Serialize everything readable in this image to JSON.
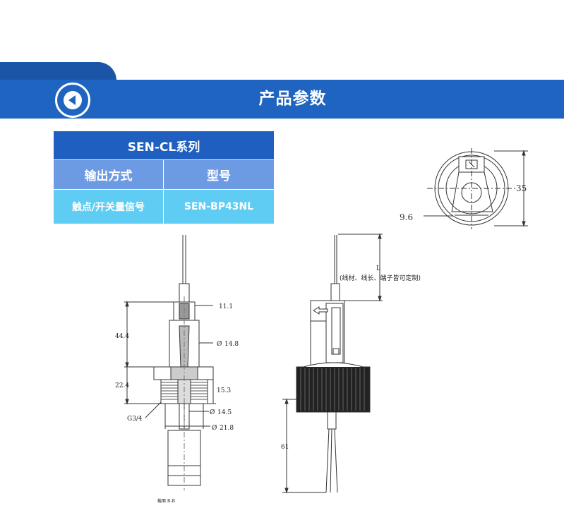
{
  "header": {
    "title": "产品参数"
  },
  "table": {
    "title": "SEN-CL系列",
    "headers": [
      "输出方式",
      "型号"
    ],
    "rows": [
      [
        "触点/开关量信号",
        "SEN-BP43NL"
      ]
    ]
  },
  "drawing": {
    "top_view": {
      "dim_35": "35",
      "dim_96": "9.6"
    },
    "front_view": {
      "dim_111": "11.1",
      "dim_444": "44.4",
      "dim_148": "14.8",
      "dim_224": "22.4",
      "dim_153": "15.3",
      "dim_145": "14.5",
      "dim_218": "21.8",
      "thread": "G3/4",
      "section": "截面 B-B",
      "dia_symbol": "Ø"
    },
    "side_view": {
      "dim_L": "L",
      "note": "(线材、线长、端子皆可定制)",
      "dim_61": "61"
    }
  },
  "colors": {
    "header_blue": "#1e64c0",
    "tab_blue": "#1b55a8",
    "table_title": "#1e5fc0",
    "table_head": "#6c9be3",
    "table_cell": "#5fcdf3"
  }
}
